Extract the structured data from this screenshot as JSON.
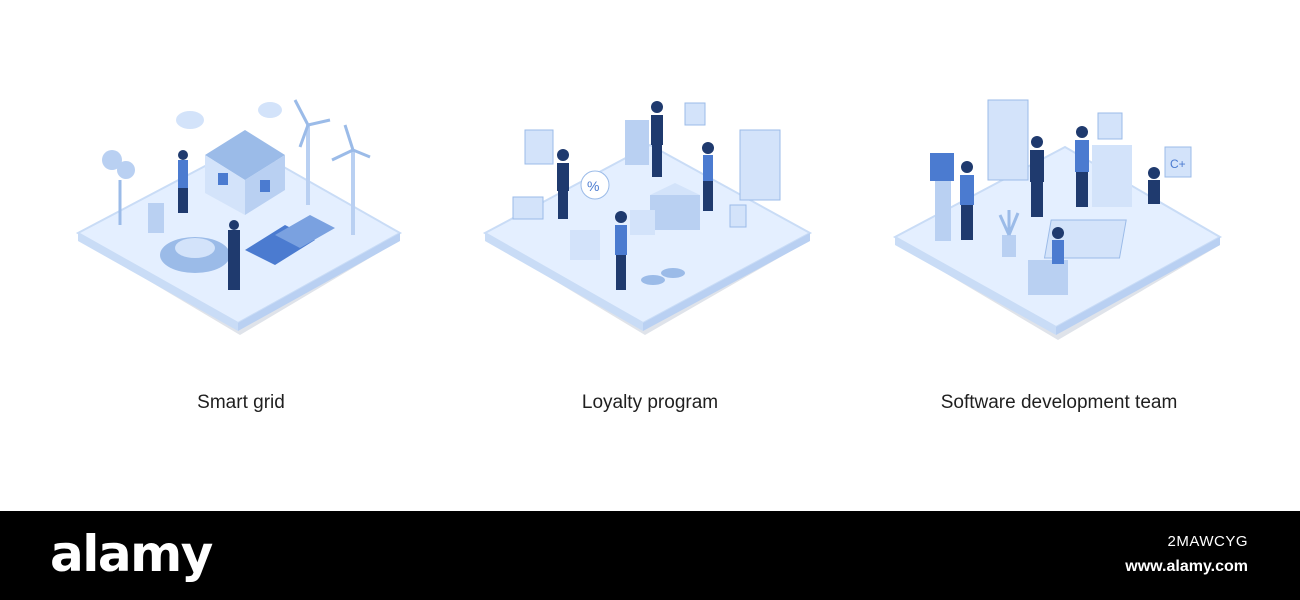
{
  "panels": [
    {
      "caption": "Smart grid",
      "icon": "smart-grid-illustration"
    },
    {
      "caption": "Loyalty program",
      "icon": "loyalty-program-illustration"
    },
    {
      "caption": "Software development team",
      "icon": "software-development-illustration"
    }
  ],
  "watermark": {
    "brand": "alamy",
    "image_id": "2MAWCYG",
    "site": "www.alamy.com"
  },
  "colors": {
    "platform": "#e4efff",
    "platform_side": "#c9dcf6",
    "accent": "#4b7bd0",
    "dark": "#1f3a6e",
    "light": "#b9d0f2"
  }
}
